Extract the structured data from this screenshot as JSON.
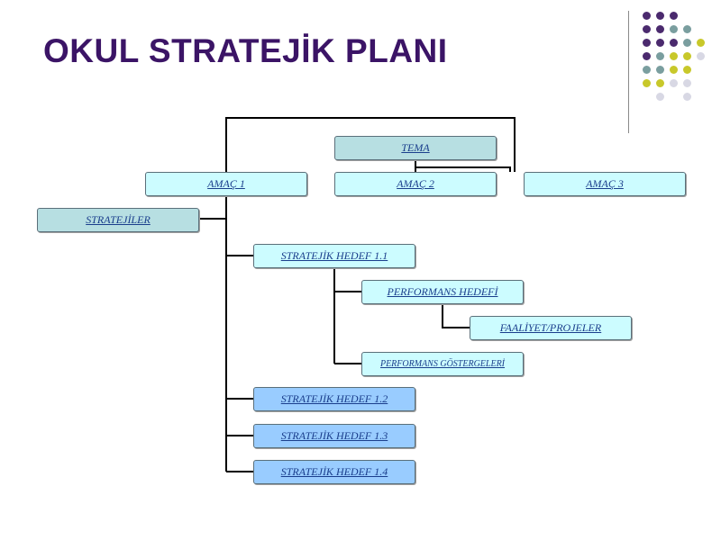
{
  "title": "OKUL STRATEJİK PLANI",
  "boxes": {
    "tema": "TEMA",
    "amac1": "AMAÇ 1",
    "amac2": "AMAÇ 2",
    "amac3": "AMAÇ 3",
    "stratejiler": "STRATEJİLER",
    "hedef11": "STRATEJİK HEDEF 1.1",
    "performans_hedefi": "PERFORMANS HEDEFİ",
    "faaliyet": "FAALİYET/PROJELER",
    "gostergeler": "PERFORMANS GÖSTERGELERİ",
    "hedef12": "STRATEJİK HEDEF 1.2",
    "hedef13": "STRATEJİK HEDEF 1.3",
    "hedef14": "STRATEJİK HEDEF 1.4"
  },
  "colors": {
    "title": "#3b1466",
    "purple": "#4b2a6e",
    "teal": "#7a9e9f",
    "yellow": "#c8c82a",
    "light": "#d8d8e4"
  },
  "dot_grid": [
    [
      "purple",
      "purple",
      "purple",
      "",
      ""
    ],
    [
      "purple",
      "purple",
      "teal",
      "teal",
      ""
    ],
    [
      "purple",
      "purple",
      "purple",
      "teal",
      "yellow"
    ],
    [
      "purple",
      "teal",
      "yellow",
      "yellow",
      "light"
    ],
    [
      "teal",
      "teal",
      "yellow",
      "yellow",
      ""
    ],
    [
      "yellow",
      "yellow",
      "light",
      "light",
      ""
    ],
    [
      "",
      "light",
      "",
      "light",
      ""
    ]
  ]
}
